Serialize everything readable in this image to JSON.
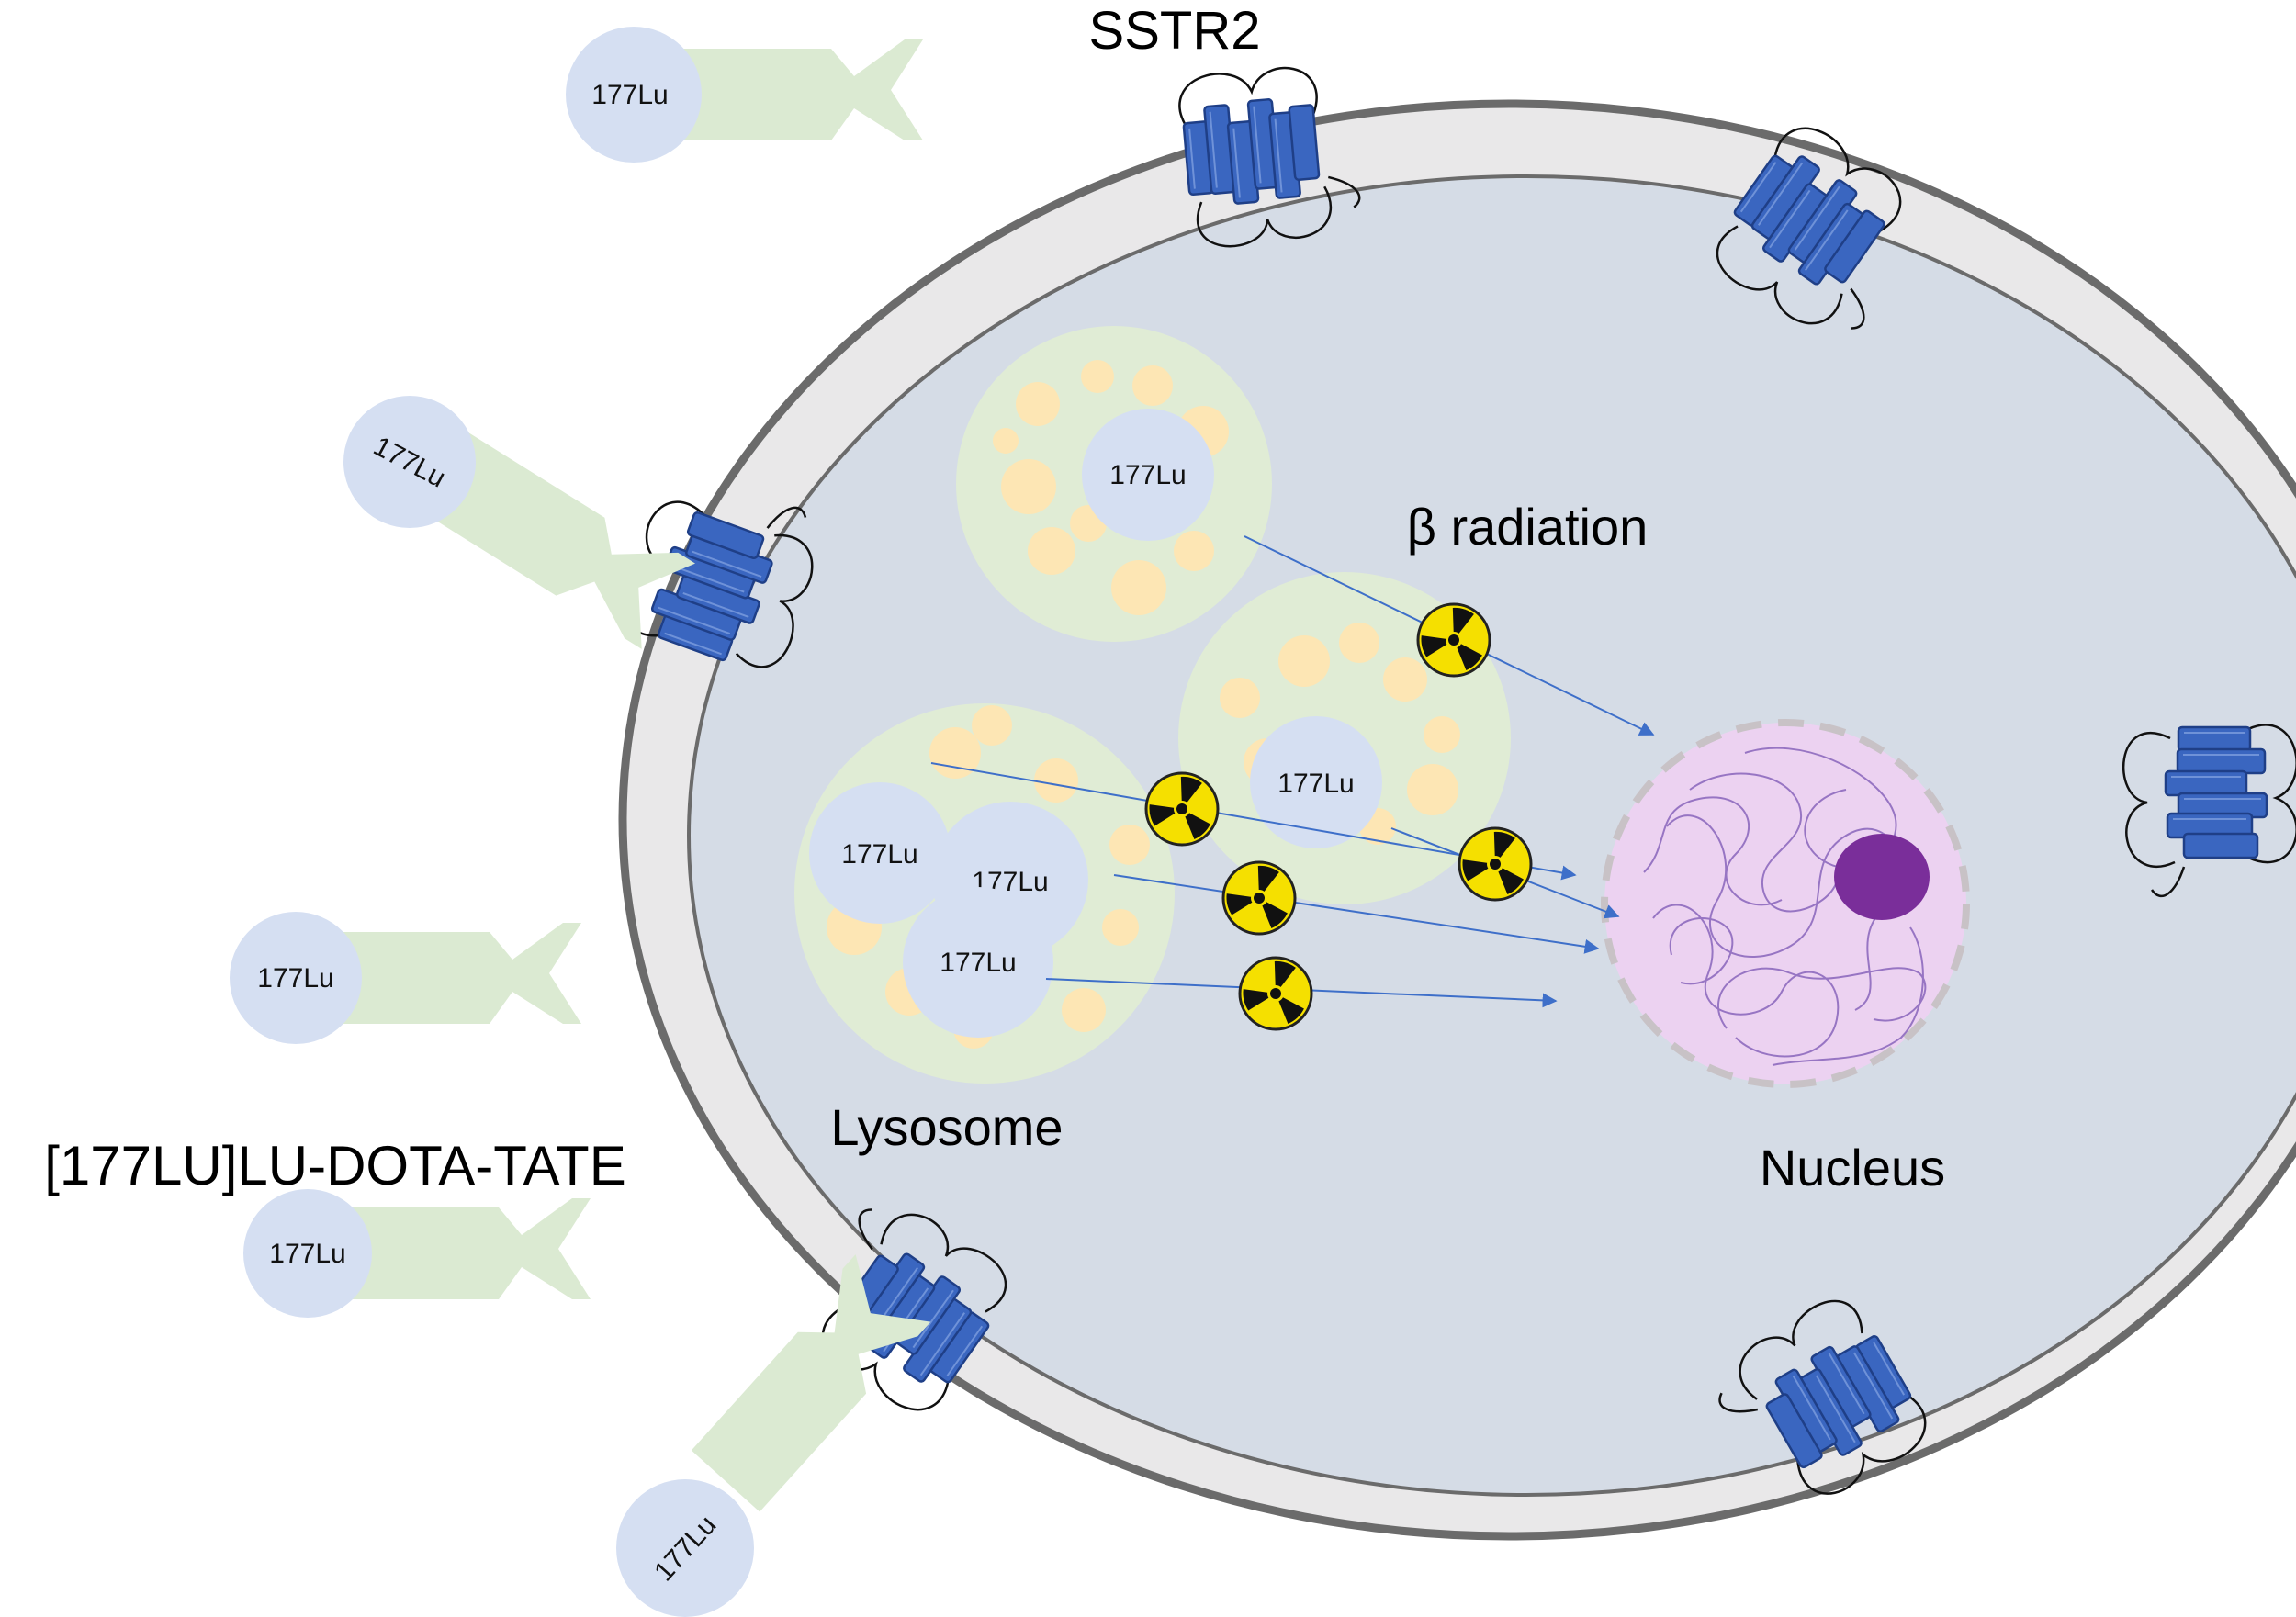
{
  "labels": {
    "receptor": "SSTR2",
    "radiation": "β radiation",
    "lysosome": "Lysosome",
    "nucleus": "Nucleus",
    "drug": "[177LU]LU-DOTA-TATE"
  },
  "isotope_label": "177Lu",
  "colors": {
    "membrane_outer": "#6b6b6b",
    "membrane_fill": "#e9e8e9",
    "cytoplasm": "#d5dce6",
    "receptor": "#3a66c0",
    "isotope_sphere": "#d5dff2",
    "peptide": "#dbead2",
    "lysosome": "#e0ecd5",
    "granule": "#fde6b4",
    "nucleus": "#ecd2f1",
    "nucleolus": "#7a2e9a",
    "arrow": "#3e6fc9",
    "radiation_symbol": "#f5e000"
  }
}
